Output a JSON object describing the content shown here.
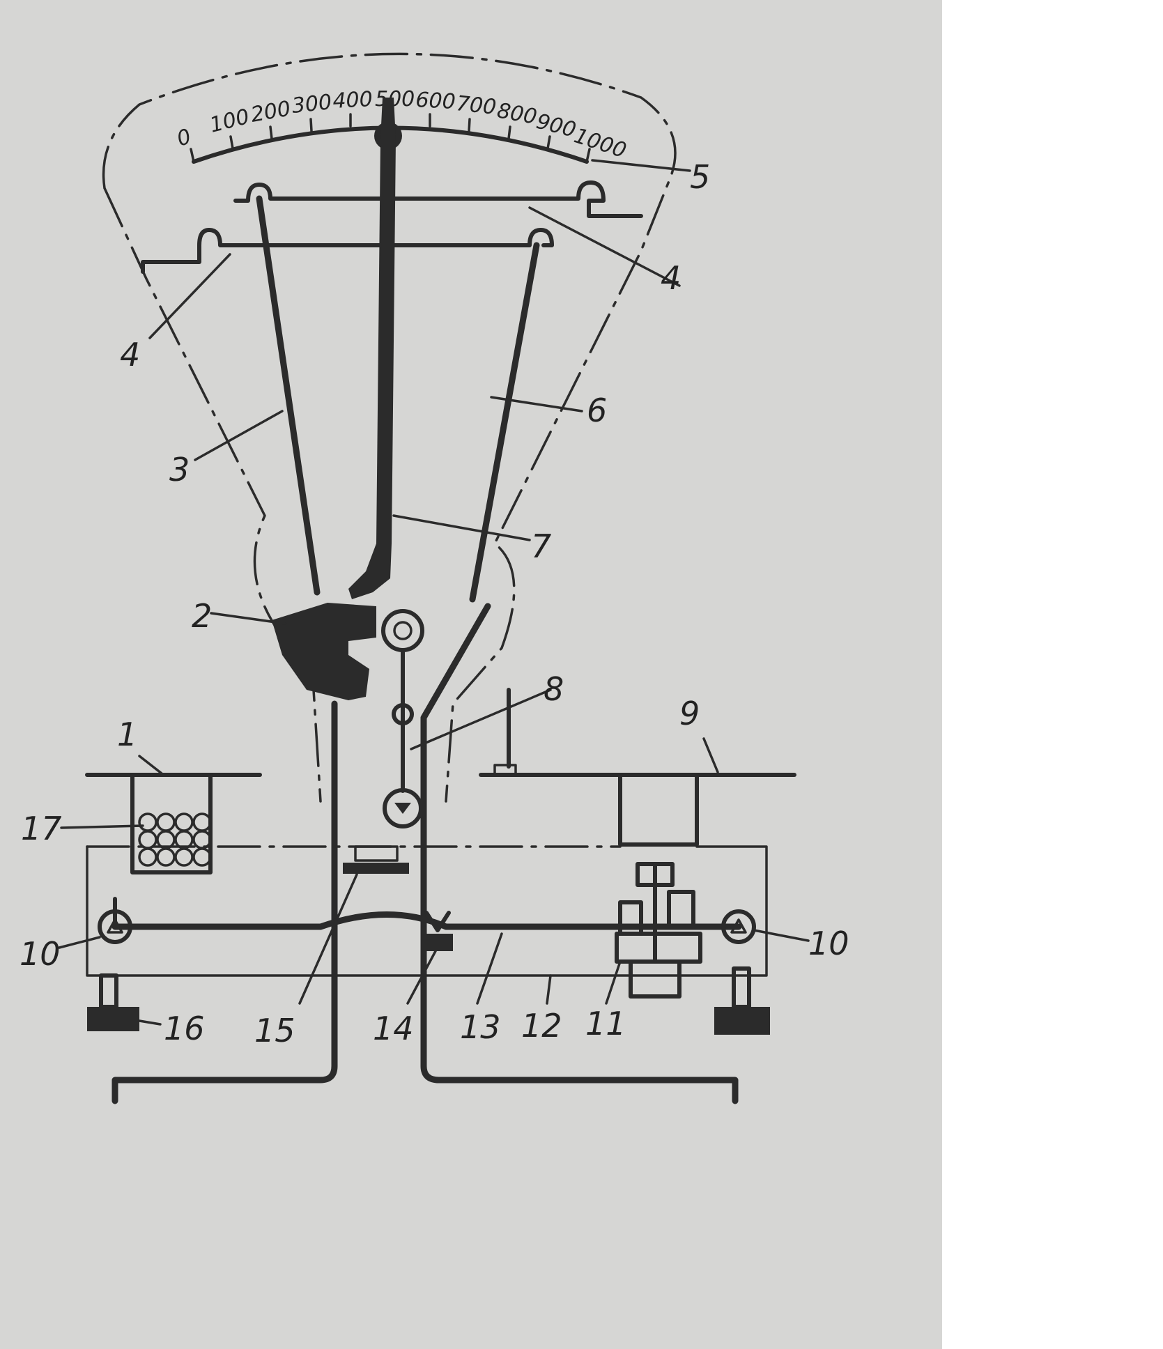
{
  "dial": {
    "scale_labels": [
      "0",
      "100",
      "200",
      "300",
      "400",
      "500",
      "600",
      "700",
      "800",
      "900",
      "1000"
    ]
  },
  "callouts": [
    {
      "id": "1",
      "text": "1"
    },
    {
      "id": "2",
      "text": "2"
    },
    {
      "id": "3",
      "text": "3"
    },
    {
      "id": "4-left",
      "text": "4"
    },
    {
      "id": "4-right",
      "text": "4"
    },
    {
      "id": "5",
      "text": "5"
    },
    {
      "id": "6",
      "text": "6"
    },
    {
      "id": "7",
      "text": "7"
    },
    {
      "id": "8",
      "text": "8"
    },
    {
      "id": "9",
      "text": "9"
    },
    {
      "id": "10-left",
      "text": "10"
    },
    {
      "id": "10-right",
      "text": "10"
    },
    {
      "id": "11",
      "text": "11"
    },
    {
      "id": "12",
      "text": "12"
    },
    {
      "id": "13",
      "text": "13"
    },
    {
      "id": "14",
      "text": "14"
    },
    {
      "id": "15",
      "text": "15"
    },
    {
      "id": "16",
      "text": "16"
    },
    {
      "id": "17",
      "text": "17"
    }
  ],
  "colors": {
    "ink": "#2b2b2b",
    "paper": "#d6d6d4"
  }
}
